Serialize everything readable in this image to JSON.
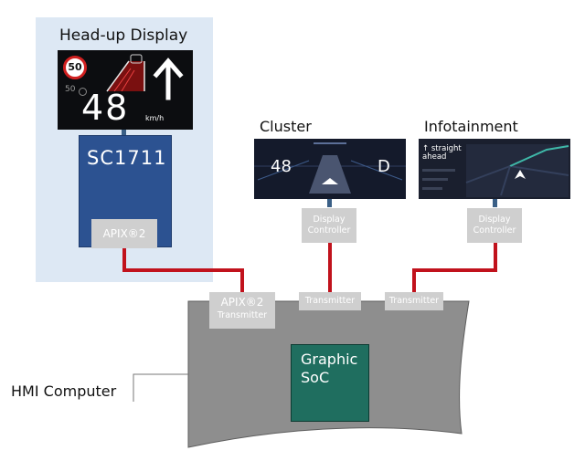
{
  "hud": {
    "title": "Head-up Display",
    "speed_limit": "50",
    "small_speed": "50",
    "speed": "48",
    "unit": "km/h",
    "chip": "SC1711",
    "chip_interface": "APIX®2"
  },
  "cluster": {
    "title": "Cluster",
    "speed": "48",
    "gear": "D",
    "controller": "Display Controller"
  },
  "infotainment": {
    "title": "Infotainment",
    "nav_text": "straight ahead",
    "controller": "Display Controller"
  },
  "hmi": {
    "label": "HMI Computer",
    "apix_tx": "APIX®2",
    "apix_tx_sub": "Transmitter",
    "tx_cluster": "Transmitter",
    "tx_info": "Transmitter",
    "soc": "Graphic SoC"
  },
  "colors": {
    "link": "#c1121c",
    "connector": "#3a5f86",
    "hud_panel": "#dde8f4",
    "chip": "#2c5291",
    "soc": "#1f6e5f",
    "computer": "#8e8e8e"
  }
}
